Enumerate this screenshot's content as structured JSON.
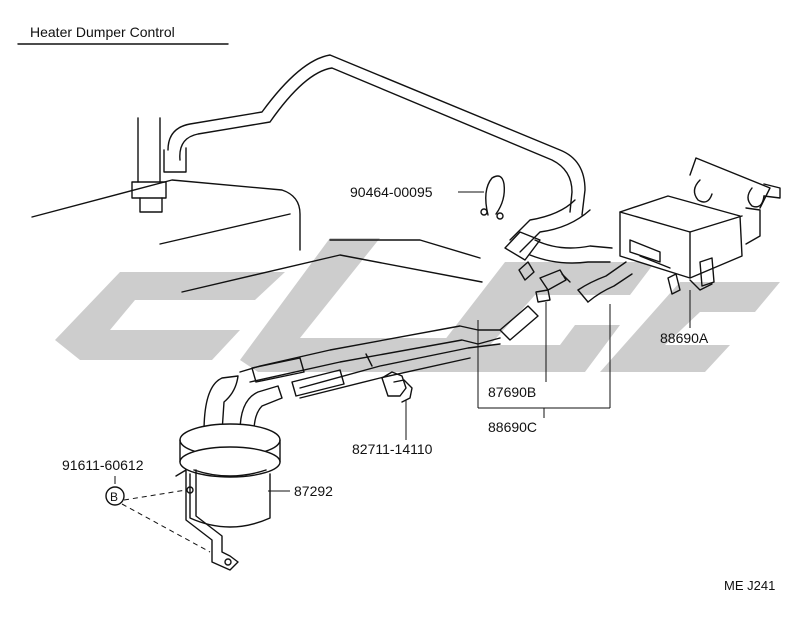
{
  "title": "Heater Dumper Control",
  "watermark_color": "#c8c8c8",
  "labels": {
    "clamp_90464": "90464-00095",
    "vsv_88690A": "88690A",
    "hose_87690B": "87690B",
    "hose_88690C": "88690C",
    "clip_82711": "82711-14110",
    "tank_87292": "87292",
    "bolt_91611": "91611-60612",
    "bolt_marker": "B",
    "drawing_code": "ME J241"
  }
}
